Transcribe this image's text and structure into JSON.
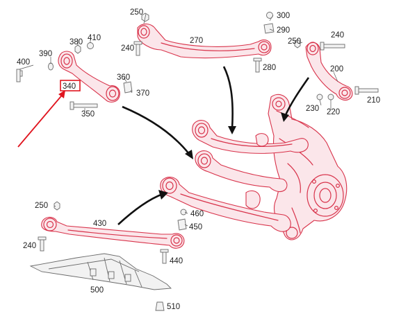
{
  "labels": [
    {
      "id": "n250a",
      "text": "250"
    },
    {
      "id": "n300",
      "text": "300"
    },
    {
      "id": "n290",
      "text": "290"
    },
    {
      "id": "n270",
      "text": "270"
    },
    {
      "id": "n240a",
      "text": "240"
    },
    {
      "id": "n280",
      "text": "280"
    },
    {
      "id": "n380",
      "text": "380"
    },
    {
      "id": "n410",
      "text": "410"
    },
    {
      "id": "n400",
      "text": "400"
    },
    {
      "id": "n390",
      "text": "390"
    },
    {
      "id": "n340",
      "text": "340"
    },
    {
      "id": "n360",
      "text": "360"
    },
    {
      "id": "n370",
      "text": "370"
    },
    {
      "id": "n350",
      "text": "350"
    },
    {
      "id": "n250b",
      "text": "250"
    },
    {
      "id": "n240b",
      "text": "240"
    },
    {
      "id": "n200",
      "text": "200"
    },
    {
      "id": "n210",
      "text": "210"
    },
    {
      "id": "n230",
      "text": "230"
    },
    {
      "id": "n220",
      "text": "220"
    },
    {
      "id": "n250c",
      "text": "250"
    },
    {
      "id": "n430",
      "text": "430"
    },
    {
      "id": "n460",
      "text": "460"
    },
    {
      "id": "n450",
      "text": "450"
    },
    {
      "id": "n240c",
      "text": "240"
    },
    {
      "id": "n440",
      "text": "440"
    },
    {
      "id": "n500",
      "text": "500"
    },
    {
      "id": "n510",
      "text": "510"
    }
  ],
  "highlighted_part": "340"
}
